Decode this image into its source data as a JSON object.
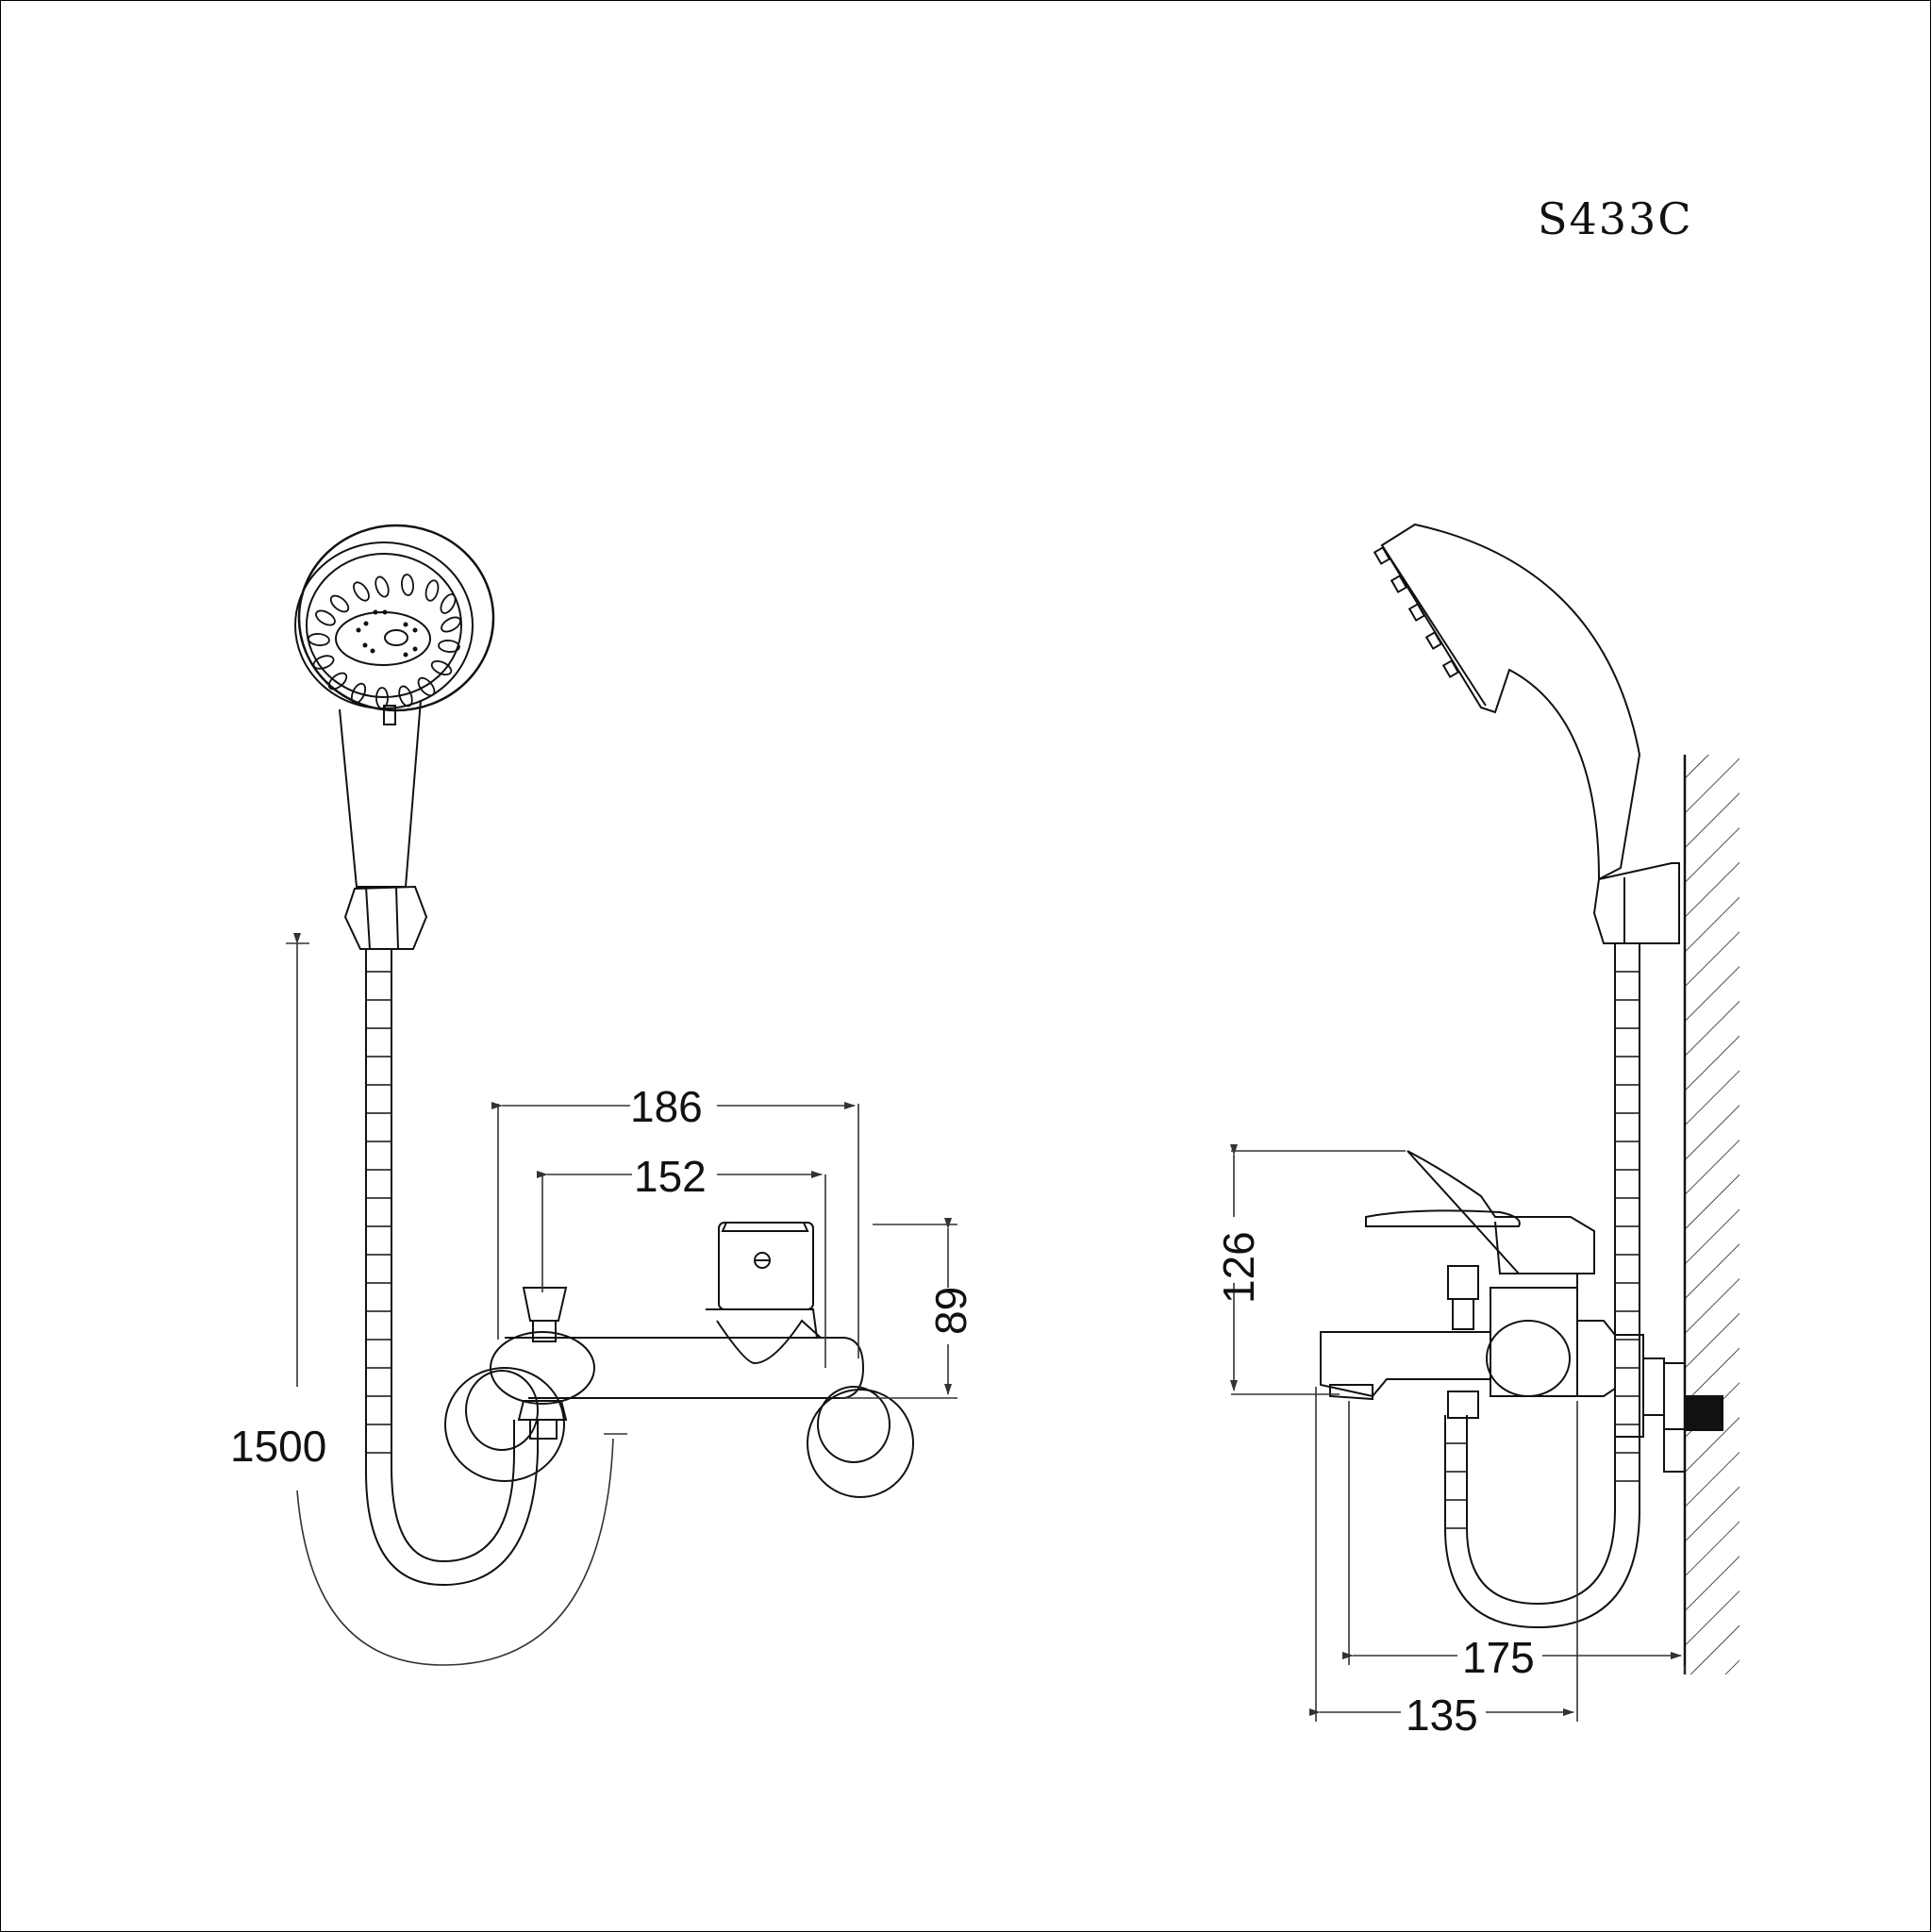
{
  "drawing": {
    "model_code": "S433C",
    "front_view": {
      "dimensions": {
        "overall_width": "186",
        "center_distance": "152",
        "height": "89",
        "hose_length": "1500"
      }
    },
    "side_view": {
      "dimensions": {
        "height": "126",
        "projection_to_wall": "175",
        "spout_length": "135"
      }
    }
  }
}
